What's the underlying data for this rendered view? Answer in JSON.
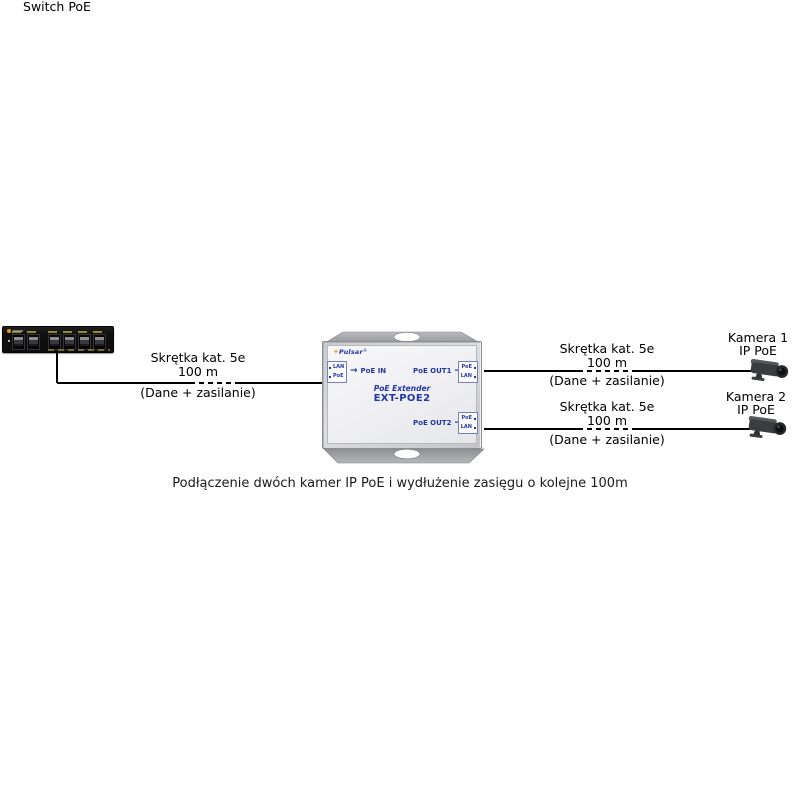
{
  "switch": {
    "label": "Switch PoE"
  },
  "cables": {
    "in": {
      "type": "Skrętka kat. 5e",
      "length": "100 m",
      "carries": "(Dane + zasilanie)"
    },
    "out1": {
      "type": "Skrętka kat. 5e",
      "length": "100 m",
      "carries": "(Dane + zasilanie)"
    },
    "out2": {
      "type": "Skrętka kat. 5e",
      "length": "100 m",
      "carries": "(Dane + zasilanie)"
    }
  },
  "extender": {
    "brand": "Pulsar",
    "reg_mark": "®",
    "product_name": "PoE Extender",
    "model": "EXT-POE2",
    "arrow": "→",
    "ports": {
      "in": {
        "label": "PoE IN",
        "jack_top": "LAN",
        "jack_bottom": "PoE"
      },
      "out1": {
        "label": "PoE OUT1",
        "jack_top": "PoE",
        "jack_bottom": "LAN"
      },
      "out2": {
        "label": "PoE OUT2",
        "jack_top": "PoE",
        "jack_bottom": "LAN"
      }
    }
  },
  "cameras": {
    "cam1": {
      "name": "Kamera 1",
      "type": "IP PoE"
    },
    "cam2": {
      "name": "Kamera 2",
      "type": "IP PoE"
    }
  },
  "caption": "Podłączenie dwóch kamer IP PoE i wydłużenie zasięgu o kolejne 100m",
  "colors": {
    "accent_blue": "#2336a6",
    "star_orange": "#e8a11c",
    "line": "#000000"
  }
}
